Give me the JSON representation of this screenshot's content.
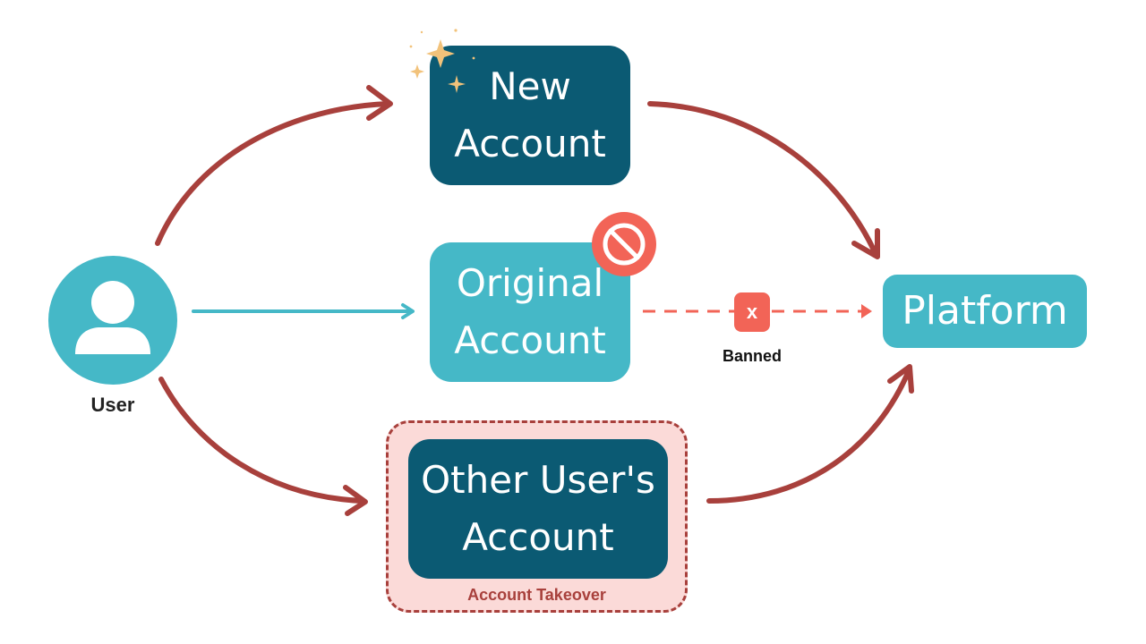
{
  "user": {
    "label": "User",
    "icon": "person-icon"
  },
  "nodes": {
    "new_account": "New\nAccount",
    "original_account": "Original\nAccount",
    "other_account": "Other User's\nAccount",
    "platform": "Platform"
  },
  "banned": {
    "badge": "x",
    "label": "Banned"
  },
  "takeover": {
    "label": "Account Takeover"
  },
  "icons": {
    "sparkle": "sparkle-icon",
    "no_entry": "prohibited-icon"
  },
  "colors": {
    "dark_teal": "#0b5a73",
    "light_teal": "#45b8c7",
    "arrow_red": "#a8403c",
    "ban_red": "#f26457",
    "takeover_fill": "#fbdad8",
    "sparkle_gold": "#f2c27a"
  }
}
